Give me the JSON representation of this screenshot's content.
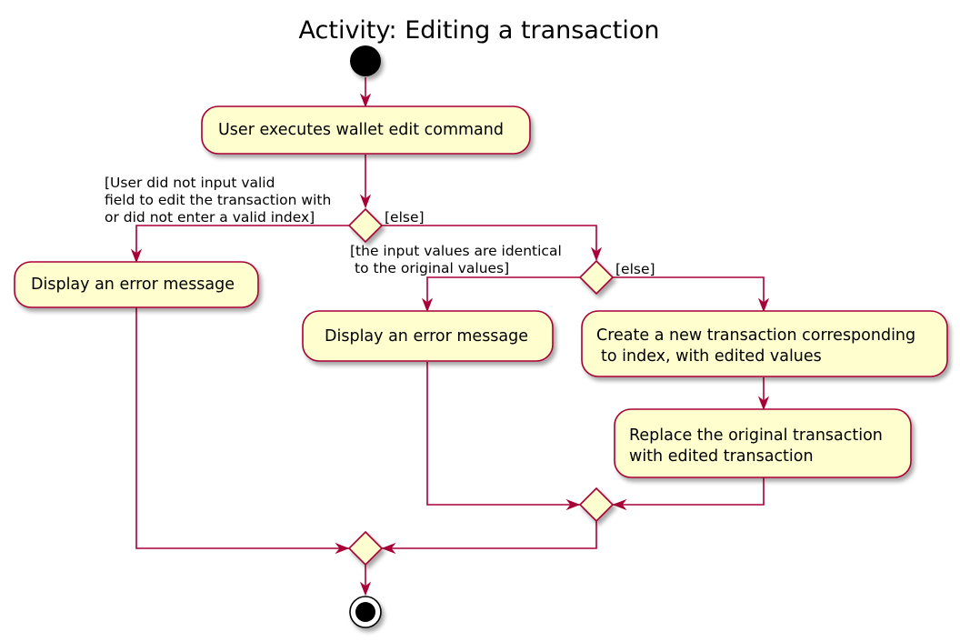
{
  "title": "Activity: Editing a transaction",
  "colors": {
    "activity_fill": "#FEFECE",
    "border": "#A80036",
    "start_node": "#000000"
  },
  "activities": {
    "user_executes": "User executes wallet edit command",
    "error_invalid": "Display an error message",
    "error_identical": "Display an error message",
    "create_line1": "Create a new transaction corresponding",
    "create_line2": "to index, with edited values",
    "replace_line1": "Replace the original transaction",
    "replace_line2": "with edited transaction"
  },
  "guards": {
    "invalid_line1": "[User did not input valid",
    "invalid_line2": "field to edit the transaction with",
    "invalid_line3": "or did not enter a valid index]",
    "else_1": "[else]",
    "identical_line1": "[the input values are identical",
    "identical_line2": "to the original values]",
    "else_2": "[else]"
  }
}
